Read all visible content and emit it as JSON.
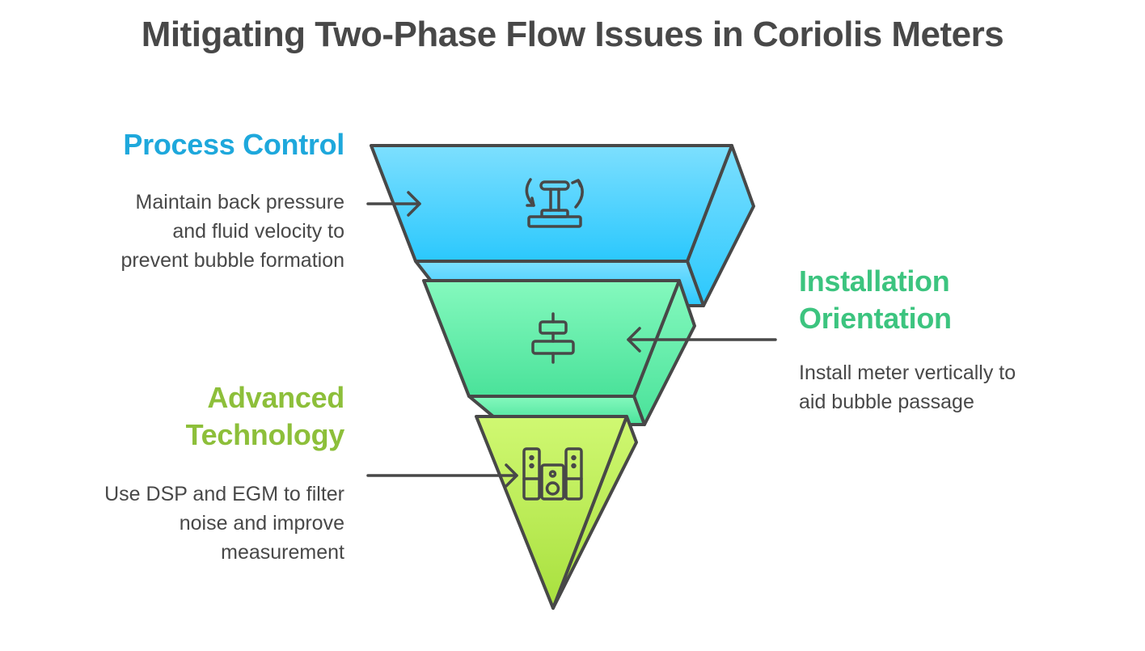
{
  "title": "Mitigating Two-Phase Flow Issues in Coriolis Meters",
  "stroke_color": "#484848",
  "stages": [
    {
      "heading": "Process Control",
      "description_lines": [
        "Maintain back pressure",
        "and fluid velocity to",
        "prevent bubble formation"
      ],
      "icon": "joystick-rotate-icon",
      "color": "#1EA8DC",
      "fill_top": "#7DDFFE",
      "fill_bottom": "#2BC8FD",
      "side": "left"
    },
    {
      "heading_lines": [
        "Installation",
        "Orientation"
      ],
      "description_lines": [
        "Install meter vertically to",
        "aid bubble passage"
      ],
      "icon": "align-center-vertical-icon",
      "color": "#3CC47F",
      "fill_top": "#85F9BE",
      "fill_bottom": "#4AE29A",
      "side": "right"
    },
    {
      "heading_lines": [
        "Advanced",
        "Technology"
      ],
      "description_lines": [
        "Use DSP and EGM to filter",
        "noise and improve",
        "measurement"
      ],
      "icon": "speaker-system-icon",
      "color": "#8DBF3A",
      "fill_top": "#D0F872",
      "fill_bottom": "#A8E03E",
      "side": "left"
    }
  ]
}
